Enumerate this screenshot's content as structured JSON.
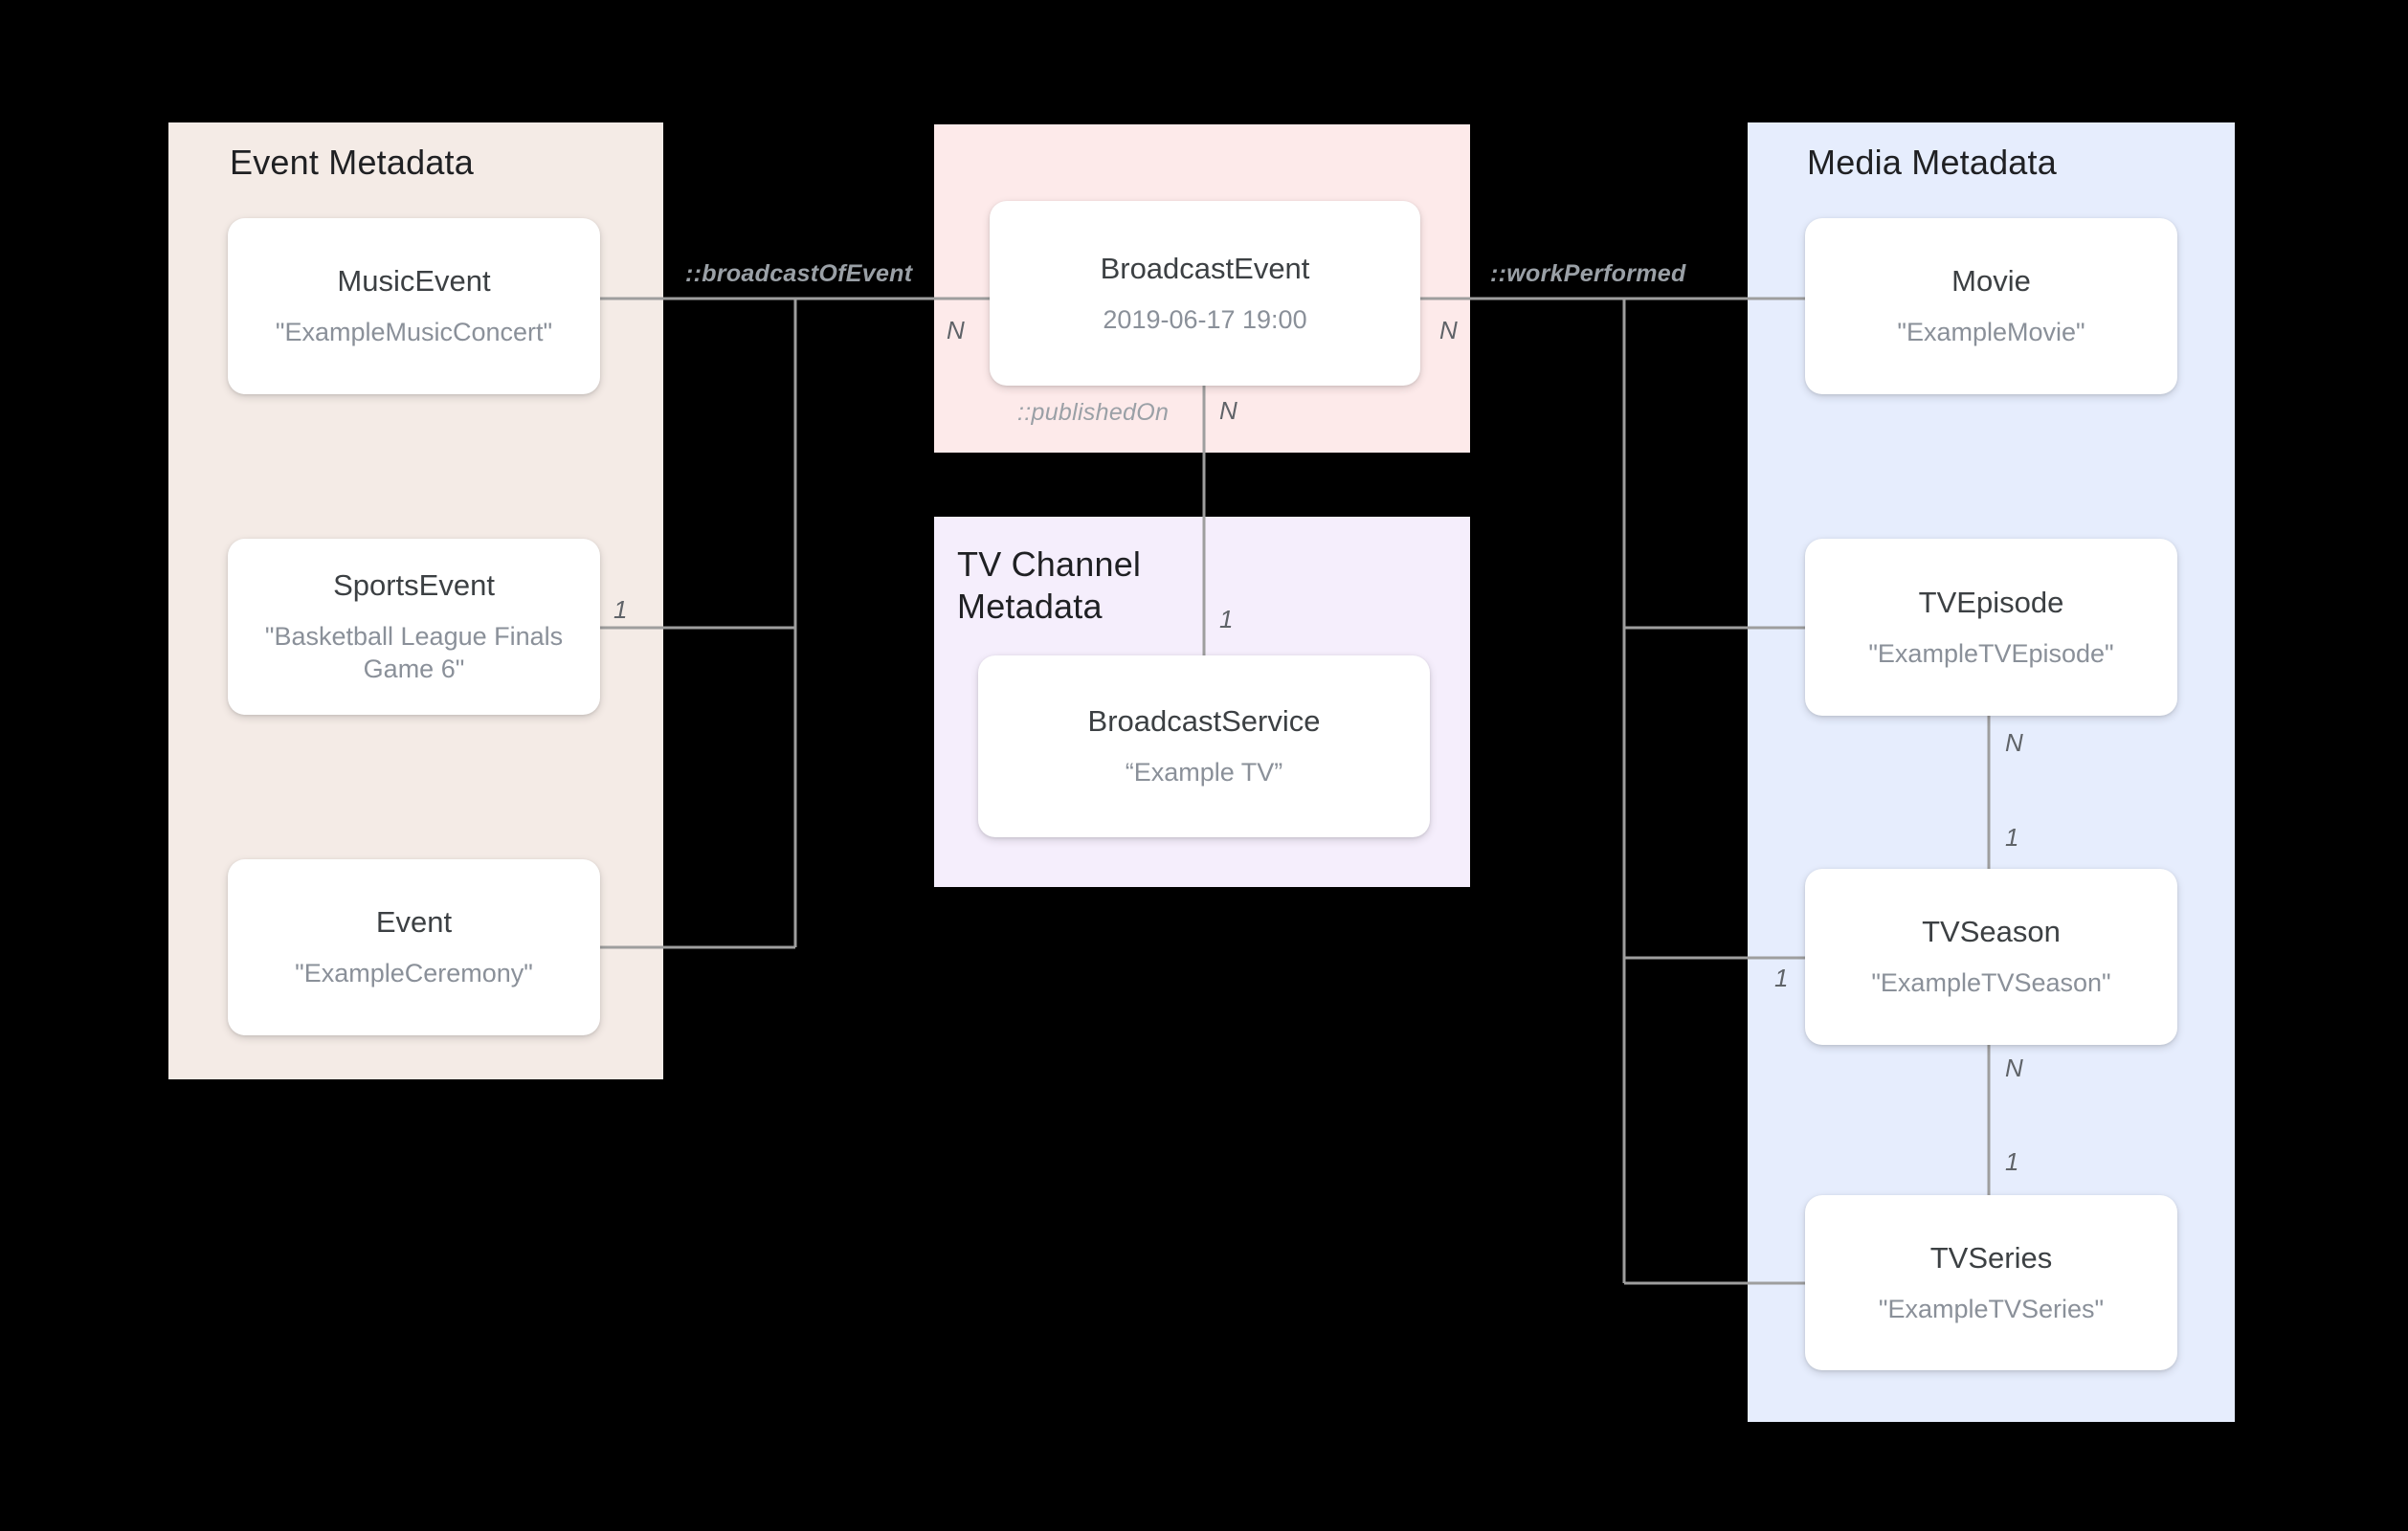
{
  "diagram": {
    "background": "#000000",
    "link_color": "#9e9e9e",
    "groups": [
      {
        "key": "event",
        "title": "Event Metadata",
        "color": "#f4ebe6",
        "nodes": [
          {
            "key": "musicevent",
            "type": "MusicEvent",
            "value": "\"ExampleMusicConcert\""
          },
          {
            "key": "sportsevent",
            "type": "SportsEvent",
            "value": "\"Basketball League Finals Game 6\""
          },
          {
            "key": "event",
            "type": "Event",
            "value": "\"ExampleCeremony\""
          }
        ]
      },
      {
        "key": "broadcast",
        "title": "",
        "color": "#fdeaea",
        "nodes": [
          {
            "key": "broadcastevent",
            "type": "BroadcastEvent",
            "value": "2019-06-17 19:00"
          }
        ]
      },
      {
        "key": "tvchannel",
        "title": "TV Channel Metadata",
        "color": "#f5eefc",
        "nodes": [
          {
            "key": "broadcastservice",
            "type": "BroadcastService",
            "value": "“Example TV”"
          }
        ]
      },
      {
        "key": "media",
        "title": "Media Metadata",
        "color": "#e6edfd",
        "nodes": [
          {
            "key": "movie",
            "type": "Movie",
            "value": "\"ExampleMovie\""
          },
          {
            "key": "tvepisode",
            "type": "TVEpisode",
            "value": "\"ExampleTVEpisode\""
          },
          {
            "key": "tvseason",
            "type": "TVSeason",
            "value": "\"ExampleTVSeason\""
          },
          {
            "key": "tvseries",
            "type": "TVSeries",
            "value": "\"ExampleTVSeries\""
          }
        ]
      }
    ],
    "relations": [
      {
        "key": "broadcastofevent",
        "label": "::broadcastOfEvent"
      },
      {
        "key": "workperformed",
        "label": "::workPerformed"
      },
      {
        "key": "publishedon",
        "label": "::publishedOn"
      }
    ],
    "cardinalities": {
      "broadcast_left_n": "N",
      "sportsevent_1": "1",
      "broadcast_right_n": "N",
      "publishedon_n": "N",
      "broadcastservice_1": "1",
      "tvepisode_n": "N",
      "tvseason_1": "1",
      "tvseason_left_1": "1",
      "tvseason_n": "N",
      "tvseries_1": "1"
    }
  }
}
